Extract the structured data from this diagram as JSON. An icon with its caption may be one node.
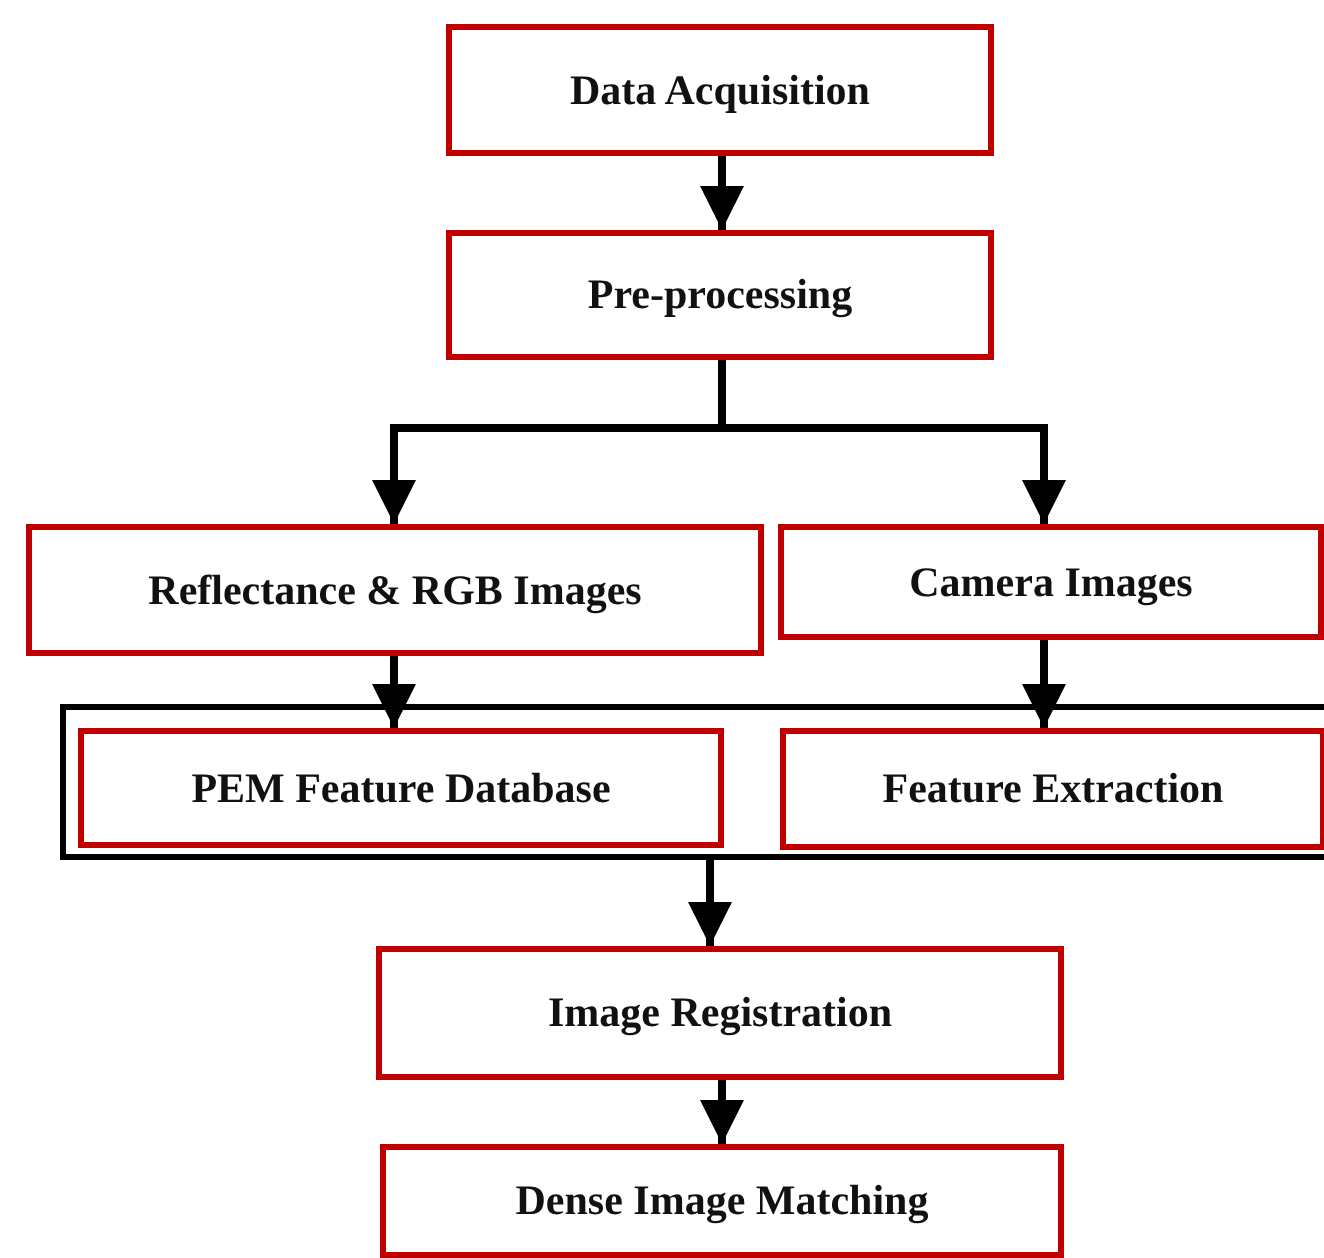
{
  "diagram": {
    "nodes": [
      {
        "text": [
          "Data Acquisition"
        ]
      },
      {
        "text": [
          "Pre-processing"
        ]
      },
      {
        "text": [
          "Reflectance & RGB Images"
        ]
      },
      {
        "text": [
          "Camera Images"
        ]
      },
      {
        "text": [],
        "shape": "box"
      },
      {
        "text": [
          "PEM Feature Database"
        ],
        "in": 4
      },
      {
        "text": [
          "Feature Extraction"
        ],
        "in": 4
      },
      {
        "text": [
          "Image Registration"
        ]
      },
      {
        "text": [
          "Dense Image Matching"
        ]
      }
    ],
    "edges": [
      {
        "from": 0,
        "to": 1,
        "arrow": "to"
      },
      {
        "from": 1,
        "to": 2,
        "arrow": "to"
      },
      {
        "from": 1,
        "to": 3,
        "arrow": "to"
      },
      {
        "from": 2,
        "to": 5,
        "arrow": "to"
      },
      {
        "from": 3,
        "to": 6,
        "arrow": "to"
      },
      {
        "from": 4,
        "to": 7,
        "arrow": "to"
      },
      {
        "from": 7,
        "to": 8,
        "arrow": "to"
      }
    ]
  }
}
